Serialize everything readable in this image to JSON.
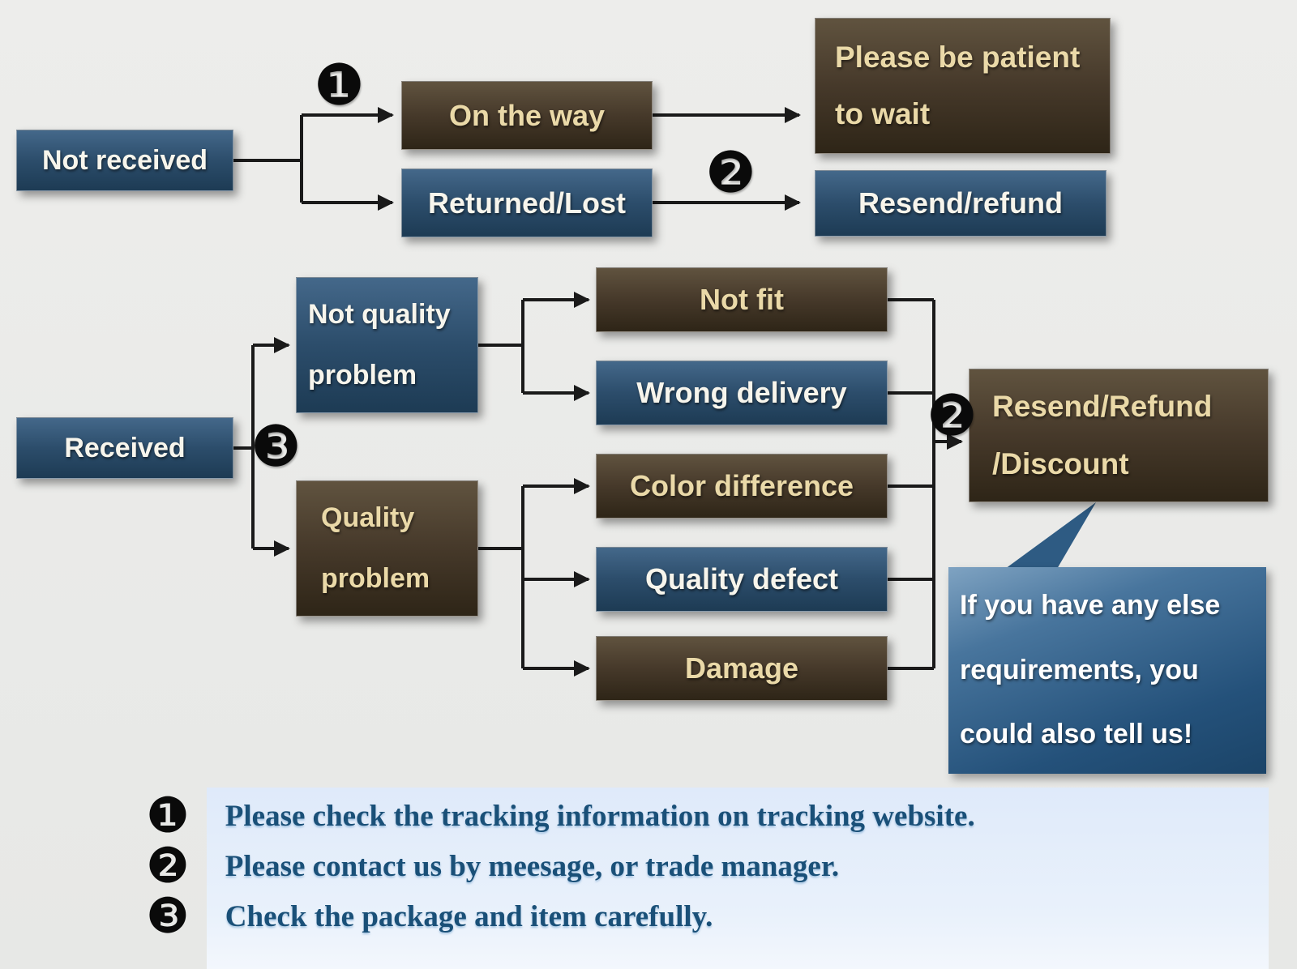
{
  "colors": {
    "background": "#e9eae8",
    "blue_box": "#2c4d6b",
    "brown_box": "#46392a",
    "blue_box_text": "#f7f5ec",
    "brown_box_text": "#ead9a8",
    "bubble_fill": "#32608a",
    "legend_background": "#e0ecfa",
    "legend_text": "#1a5078",
    "connector": "#1a1a1a"
  },
  "nodes": {
    "not_received": "Not received",
    "on_the_way": "On the way",
    "be_patient": "Please be patient\nto wait",
    "returned_lost": "Returned/Lost",
    "resend_refund": "Resend/refund",
    "received": "Received",
    "not_quality_problem": "Not quality\nproblem",
    "quality_problem": "Quality\nproblem",
    "not_fit": "Not fit",
    "wrong_delivery": "Wrong delivery",
    "color_difference": "Color difference",
    "quality_defect": "Quality defect",
    "damage": "Damage",
    "resend_refund_discount": "Resend/Refund\n/Discount",
    "note_bubble": "If you have any else\nrequirements, you\ncould also tell us!"
  },
  "flow_markers": {
    "step1": "❶",
    "step2_top": "❷",
    "step3": "❸",
    "step2_bottom": "❷"
  },
  "legend": [
    {
      "marker": "❶",
      "text": "Please check the tracking information on tracking website."
    },
    {
      "marker": "❷",
      "text": "Please contact us by meesage, or trade manager."
    },
    {
      "marker": "❸",
      "text": "Check the package and item carefully."
    }
  ]
}
